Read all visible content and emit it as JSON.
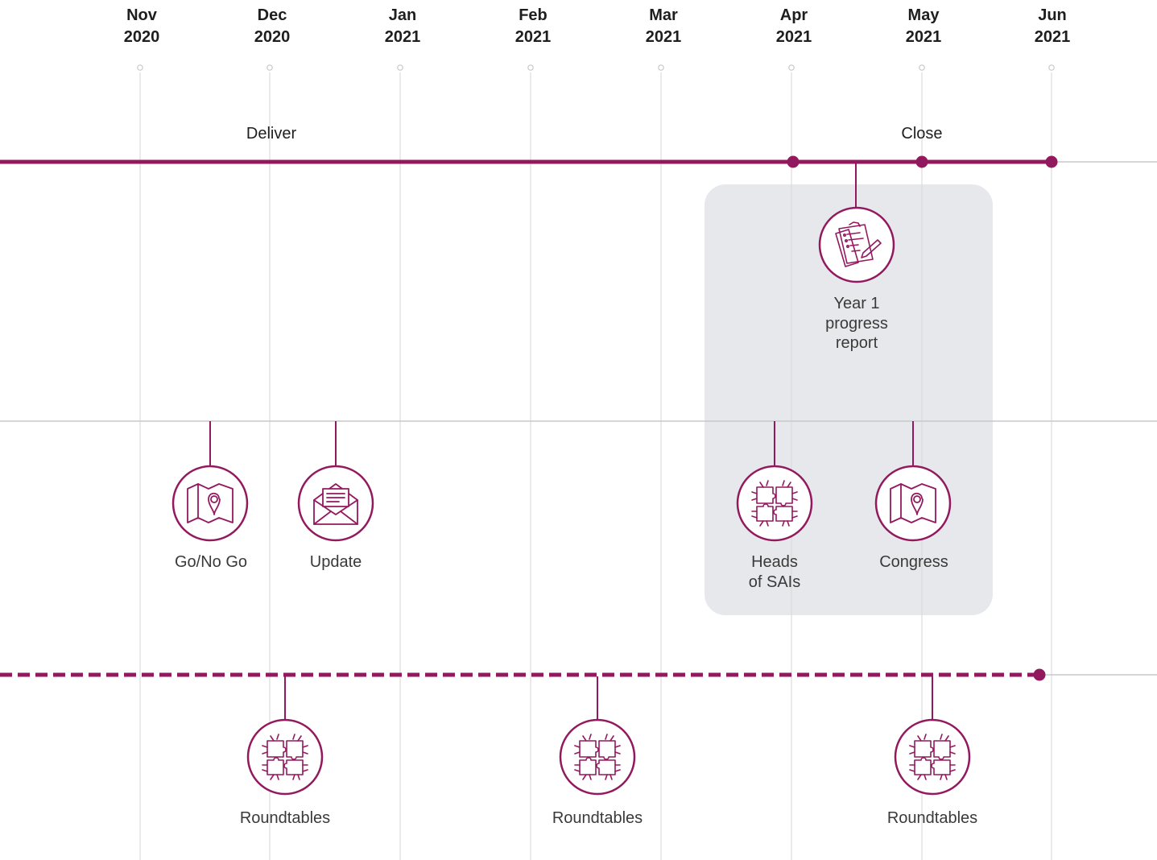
{
  "months": [
    {
      "month": "Nov",
      "year": "2020"
    },
    {
      "month": "Dec",
      "year": "2020"
    },
    {
      "month": "Jan",
      "year": "2021"
    },
    {
      "month": "Feb",
      "year": "2021"
    },
    {
      "month": "Mar",
      "year": "2021"
    },
    {
      "month": "Apr",
      "year": "2021"
    },
    {
      "month": "May",
      "year": "2021"
    },
    {
      "month": "Jun",
      "year": "2021"
    }
  ],
  "phases": {
    "deliver": "Deliver",
    "close": "Close"
  },
  "events": {
    "progress_report": {
      "lines": [
        "Year 1",
        "progress",
        "report"
      ],
      "icon": "clipboard-icon"
    },
    "go_no_go": {
      "lines": [
        "Go/No Go"
      ],
      "icon": "map-pin-icon"
    },
    "update": {
      "lines": [
        "Update"
      ],
      "icon": "envelope-icon"
    },
    "heads_of_sais": {
      "lines": [
        "Heads",
        "of SAIs"
      ],
      "icon": "puzzle-icon"
    },
    "congress": {
      "lines": [
        "Congress"
      ],
      "icon": "map-pin-icon"
    },
    "roundtables_1": {
      "lines": [
        "Roundtables"
      ],
      "icon": "puzzle-icon"
    },
    "roundtables_2": {
      "lines": [
        "Roundtables"
      ],
      "icon": "puzzle-icon"
    },
    "roundtables_3": {
      "lines": [
        "Roundtables"
      ],
      "icon": "puzzle-icon"
    }
  },
  "colors": {
    "accent": "#93195f",
    "grid": "#dcdcdc",
    "highlight_box": "#e7e8eb",
    "text": "#1e1e1e"
  }
}
